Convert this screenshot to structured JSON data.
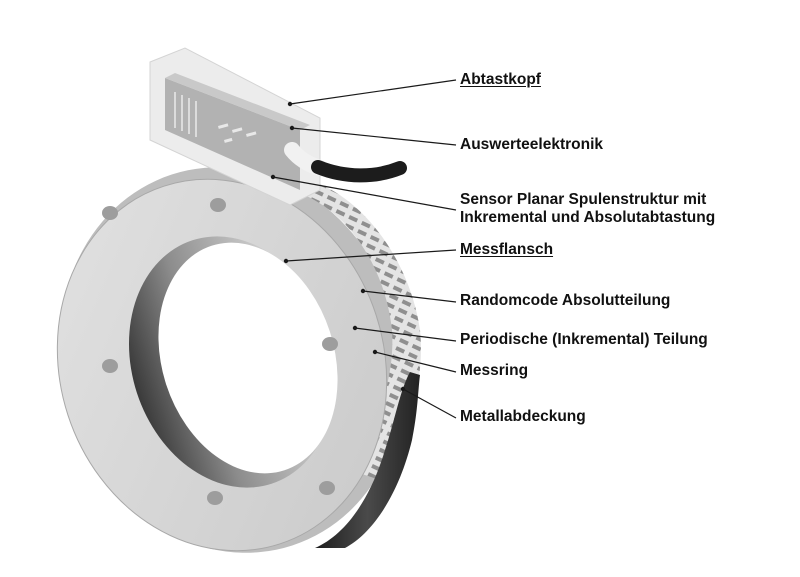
{
  "diagram": {
    "subject": "Magnetic ring encoder with sensor head (exploded labeled illustration)",
    "colors": {
      "background": "#ffffff",
      "label_text": "#111111",
      "flange_face": "#d6d6d6",
      "flange_shadow": "#9a9a9a",
      "ring_dark": "#2e2e2e",
      "scale_slots": "#8a8a8a",
      "head_body": "#a9a9a9",
      "head_housing": "#ececec",
      "cable": "#1c1c1c",
      "leader_line": "#1a1a1a"
    },
    "labels": [
      {
        "id": "abtastkopf",
        "text": "Abtastkopf",
        "underlined": true
      },
      {
        "id": "auswerteelektronik",
        "text": "Auswerteelektronik",
        "underlined": false
      },
      {
        "id": "sensor",
        "text_line1": "Sensor Planar Spulenstruktur mit",
        "text_line2": "Inkremental und Absolutabtastung",
        "underlined": false
      },
      {
        "id": "messflansch",
        "text": "Messflansch",
        "underlined": true
      },
      {
        "id": "randomcode",
        "text": "Randomcode Absolutteilung",
        "underlined": false
      },
      {
        "id": "periodische",
        "text": "Periodische (Inkremental) Teilung",
        "underlined": false
      },
      {
        "id": "messring",
        "text": "Messring",
        "underlined": false
      },
      {
        "id": "metallabdeckung",
        "text": "Metallabdeckung",
        "underlined": false
      }
    ]
  }
}
